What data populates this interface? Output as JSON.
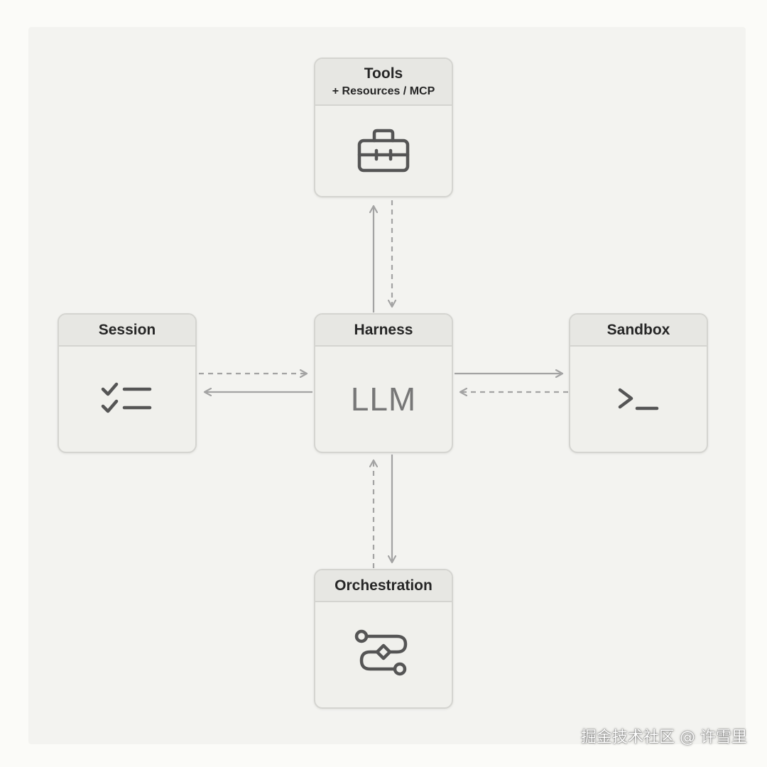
{
  "nodes": {
    "tools": {
      "title": "Tools",
      "subtitle": "+ Resources / MCP",
      "icon": "toolbox-icon"
    },
    "session": {
      "title": "Session",
      "icon": "checklist-icon"
    },
    "harness": {
      "title": "Harness",
      "body_text": "LLM"
    },
    "sandbox": {
      "title": "Sandbox",
      "icon": "terminal-prompt-icon"
    },
    "orchestration": {
      "title": "Orchestration",
      "icon": "workflow-icon"
    }
  },
  "connections": [
    {
      "from": "harness",
      "to": "tools",
      "style": "solid"
    },
    {
      "from": "tools",
      "to": "harness",
      "style": "dashed"
    },
    {
      "from": "session",
      "to": "harness",
      "style": "dashed"
    },
    {
      "from": "harness",
      "to": "session",
      "style": "solid"
    },
    {
      "from": "harness",
      "to": "sandbox",
      "style": "solid"
    },
    {
      "from": "sandbox",
      "to": "harness",
      "style": "dashed"
    },
    {
      "from": "harness",
      "to": "orchestration",
      "style": "solid"
    },
    {
      "from": "orchestration",
      "to": "harness",
      "style": "dashed"
    }
  ],
  "colors": {
    "arrow": "#a3a3a3",
    "icon": "#555555",
    "border": "#d4d4d0"
  },
  "watermark": "掘金技术社区 @ 许雪里"
}
